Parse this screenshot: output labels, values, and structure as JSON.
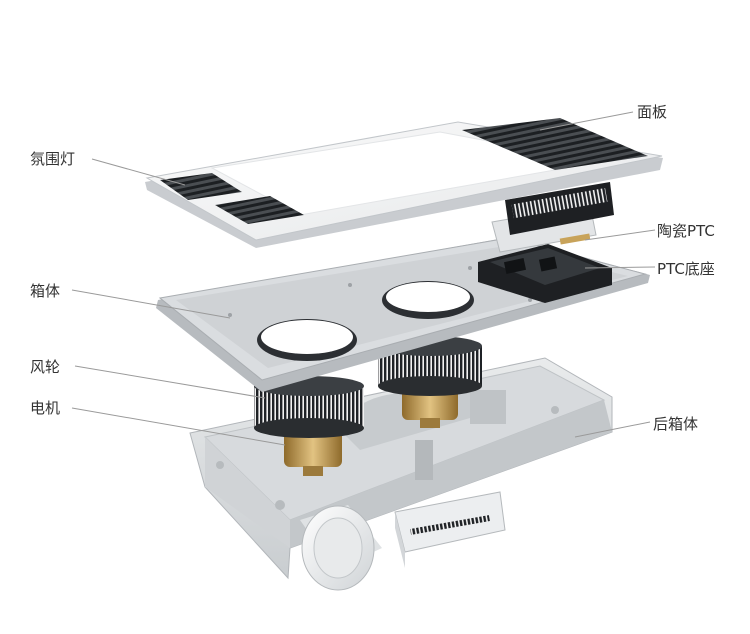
{
  "labels": {
    "panel": "面板",
    "ambient_light": "氛围灯",
    "ceramic_ptc": "陶瓷PTC",
    "ptc_base": "PTC底座",
    "housing": "箱体",
    "fan_wheel": "风轮",
    "motor": "电机",
    "rear_housing": "后箱体"
  },
  "colors": {
    "label_text": "#333333",
    "leader_line": "#9a9a9a",
    "panel_white": "#f4f5f5",
    "body_gray": "#dcdfe1",
    "shadow_gray": "#b9bdc1",
    "grille_dark": "#2b2e31",
    "ptc_black": "#1e2023",
    "motor_brass": "#c8a35a"
  }
}
